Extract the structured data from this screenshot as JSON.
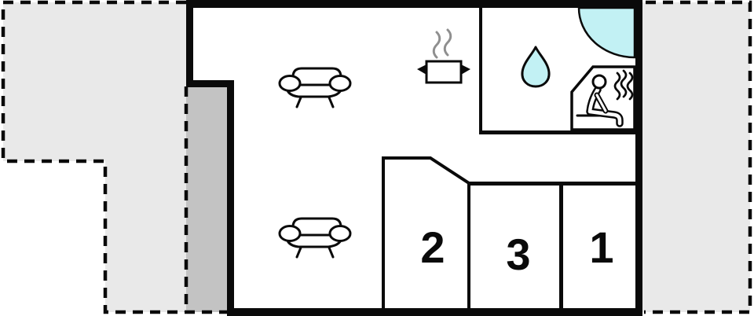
{
  "plan": {
    "type": "holiday-home-floor-plan",
    "rooms": [
      {
        "name": "bedroom-2",
        "label": "2"
      },
      {
        "name": "bedroom-3",
        "label": "3"
      },
      {
        "name": "bedroom-1",
        "label": "1"
      }
    ],
    "icons": [
      "sofa-icon",
      "sofa-icon",
      "cooking-pot-icon",
      "steam-icon",
      "water-drop-icon",
      "shower-icon",
      "sauna-person-icon",
      "heat-waves-icon"
    ],
    "outdoor_areas": [
      {
        "name": "terrace-left"
      },
      {
        "name": "terrace-strip"
      },
      {
        "name": "terrace-right"
      }
    ]
  },
  "colors": {
    "outdoor_light": "#e9e9e9",
    "outdoor_dark": "#c3c3c3",
    "water": "#c2f1f4",
    "wall": "#0a0a0a",
    "steam": "#8f8f8f"
  }
}
